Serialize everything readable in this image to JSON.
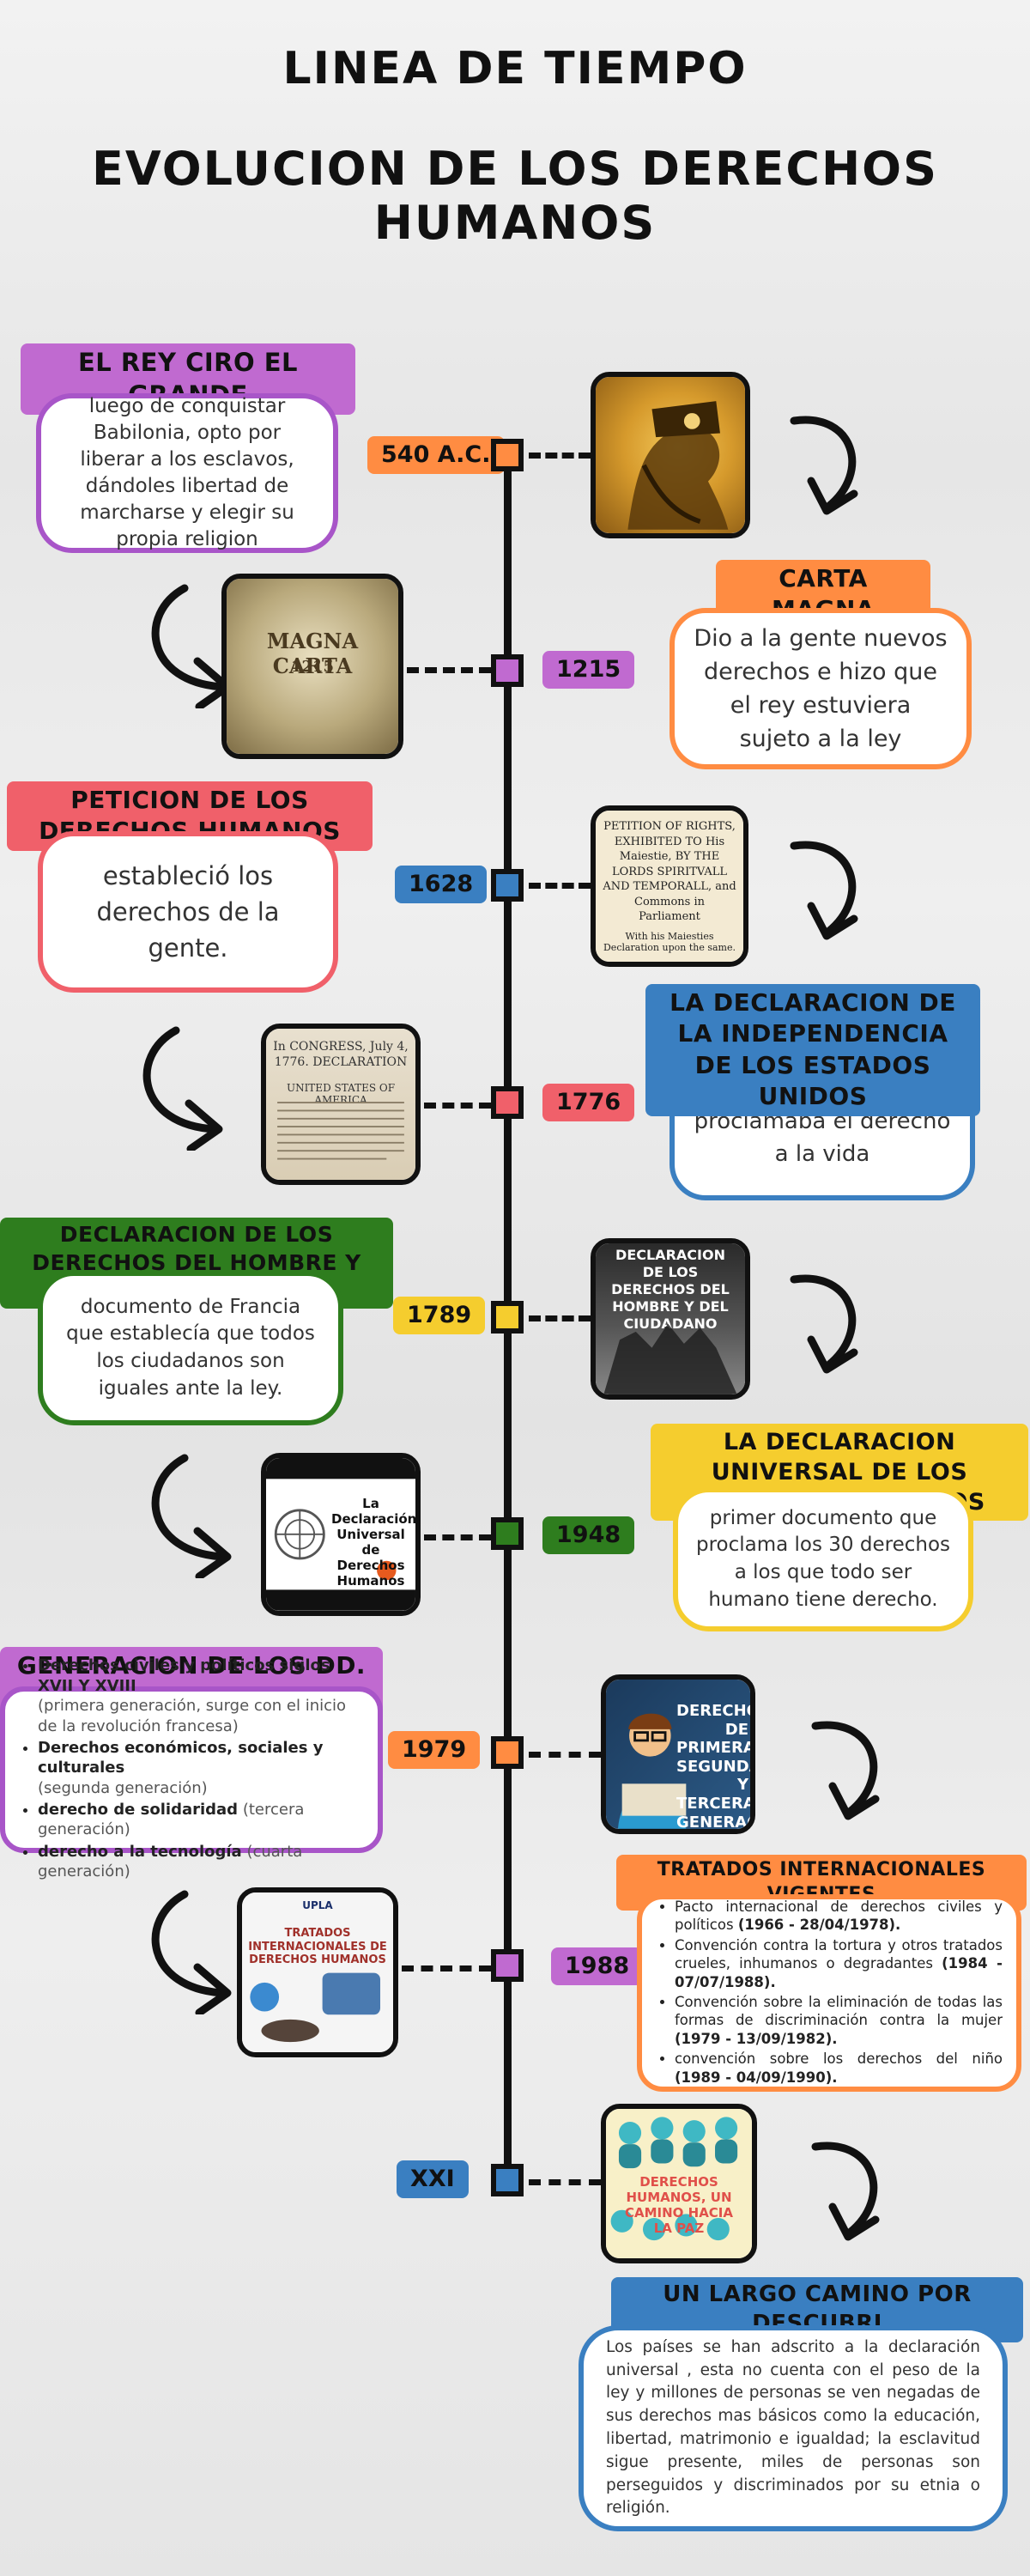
{
  "title_line1": "LINEA DE TIEMPO",
  "title_line2": "EVOLUCION DE LOS DERECHOS HUMANOS",
  "events": [
    {
      "year": "540 A.C.",
      "title": "EL REY CIRO EL GRANDE",
      "text": "luego de conquistar Babilonia, opto por liberar a los esclavos, dándoles libertad de marcharse y elegir su propia religion",
      "color": "#a855c8",
      "year_color": "#ff8c42",
      "image": "cyrus-portrait"
    },
    {
      "year": "1215",
      "title": "CARTA MAGNA",
      "text": "Dio a la gente nuevos derechos e hizo que el rey estuviera sujeto a la ley",
      "color": "#ff8c42",
      "year_color": "#c06ad0",
      "image": "magna-carta",
      "image_text": "MAGNA CARTA",
      "image_sub": "1215"
    },
    {
      "year": "1628",
      "title": "PETICION DE LOS DERECHOS HUMANOS",
      "text": "estableció los derechos de la gente.",
      "color": "#f0606a",
      "year_color": "#3a7fc1",
      "image": "petition-of-rights",
      "image_text": "PETITION OF RIGHTS, EXHIBITED TO His Maiestie, BY THE LORDS SPIRITVALL AND TEMPORALL, and Commons in Parliament",
      "image_sub": "With his Maiesties Declaration upon the same."
    },
    {
      "year": "1776",
      "title": "LA DECLARACION DE LA INDEPENDENCIA DE LOS ESTADOS UNIDOS",
      "text": "proclamaba el derecho a la vida",
      "color": "#3a7fc1",
      "year_color": "#f0606a",
      "image": "declaration-document",
      "image_text": "In CONGRESS, July 4, 1776. DECLARATION",
      "image_sub": "UNITED STATES OF AMERICA"
    },
    {
      "year": "1789",
      "title": "DECLARACION DE LOS DERECHOS DEL HOMBRE Y DEL CIUDADANO",
      "text": "documento de Francia que establecía que todos los ciudadanos son iguales ante la ley.",
      "color": "#2e7d1e",
      "year_color": "#f5cd2e",
      "image": "french-declaration",
      "image_text": "DECLARACION DE LOS DERECHOS DEL HOMBRE Y DEL CIUDADANO"
    },
    {
      "year": "1948",
      "title": "LA DECLARACION UNIVERSAL DE LOS DERECHOS HUMANOS",
      "text": "primer documento que proclama los 30 derechos a los que todo ser humano tiene derecho.",
      "color": "#f5cd2e",
      "year_color": "#2e7d1e",
      "image": "un-declaration",
      "image_text": "La Declaración Universal de Derechos Humanos"
    },
    {
      "year": "1979",
      "title": "GENERACION DE LOS DD. HH",
      "color": "#a855c8",
      "year_color": "#ff8c42",
      "image": "generations-video",
      "image_text": "DERECHOS DE PRIMERA SEGUNDA Y TERCERA GENERACIÓN",
      "items": [
        {
          "bold": "Derechos civiles y políticos siglos XVII Y XVIII",
          "rest": "(primera generación, surge con el inicio de la revolución francesa)"
        },
        {
          "bold": "Derechos económicos, sociales y culturales",
          "rest": "(segunda generación)"
        },
        {
          "bold": "derecho de solidaridad",
          "rest": "(tercera generación)"
        },
        {
          "bold": "derecho a la tecnología",
          "rest": "(cuarta generación)"
        }
      ]
    },
    {
      "year": "1988",
      "title": "TRATADOS INTERNACIONALES VIGENTES",
      "color": "#ff8c42",
      "year_color": "#c06ad0",
      "image": "treaties-slide",
      "image_text": "UPLA",
      "image_sub": "TRATADOS INTERNACIONALES DE DERECHOS HUMANOS",
      "items": [
        {
          "text": "Pacto internacional de derechos civiles y políticos",
          "date": "(1966 - 28/04/1978)."
        },
        {
          "text": "Convención contra la tortura y otros tratados crueles, inhumanos o degradantes",
          "date": "(1984 - 07/07/1988)."
        },
        {
          "text": "Convención sobre la eliminación de todas las formas de discriminación contra la mujer",
          "date": "(1979 - 13/09/1982)."
        },
        {
          "text": "convención sobre los derechos del niño",
          "date": "(1989 - 04/09/1990)."
        }
      ]
    },
    {
      "year": "XXI",
      "title": "UN LARGO CAMINO POR DESCUBRI",
      "text": "Los países se han adscrito a la declaración universal , esta no cuenta con el peso de la ley y millones de personas se ven negadas de sus derechos mas básicos como la educación, libertad, matrimonio e igualdad; la esclavitud sigue presente, miles de personas son perseguidos y discriminados por su etnia o religión.",
      "color": "#3a7fc1",
      "year_color": "#3a7fc1",
      "image": "peace-poster",
      "image_text": "DERECHOS HUMANOS, UN CAMINO HACIA LA PAZ"
    }
  ]
}
